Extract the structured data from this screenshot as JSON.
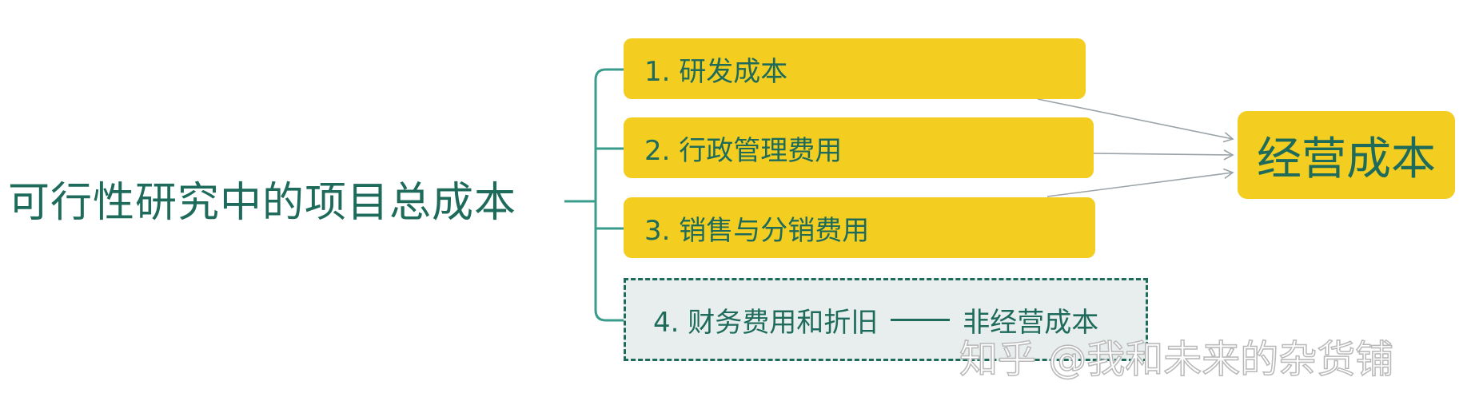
{
  "diagram": {
    "root": "可行性研究中的项目总成本",
    "branches": [
      "1. 研发成本",
      "2. 行政管理费用",
      "3. 销售与分销费用"
    ],
    "non_operating": {
      "label": "4. 财务费用和折旧",
      "result": "非经营成本"
    },
    "operating_result": "经营成本"
  },
  "watermark": "知乎 @我和未来的杂货铺",
  "colors": {
    "accent_yellow": "#f3cd1f",
    "text_teal": "#1e6b5c",
    "tree_line": "#3a9c8c",
    "arrow_gray": "#9aa3a8",
    "dashed_fill": "#e7eeed"
  }
}
